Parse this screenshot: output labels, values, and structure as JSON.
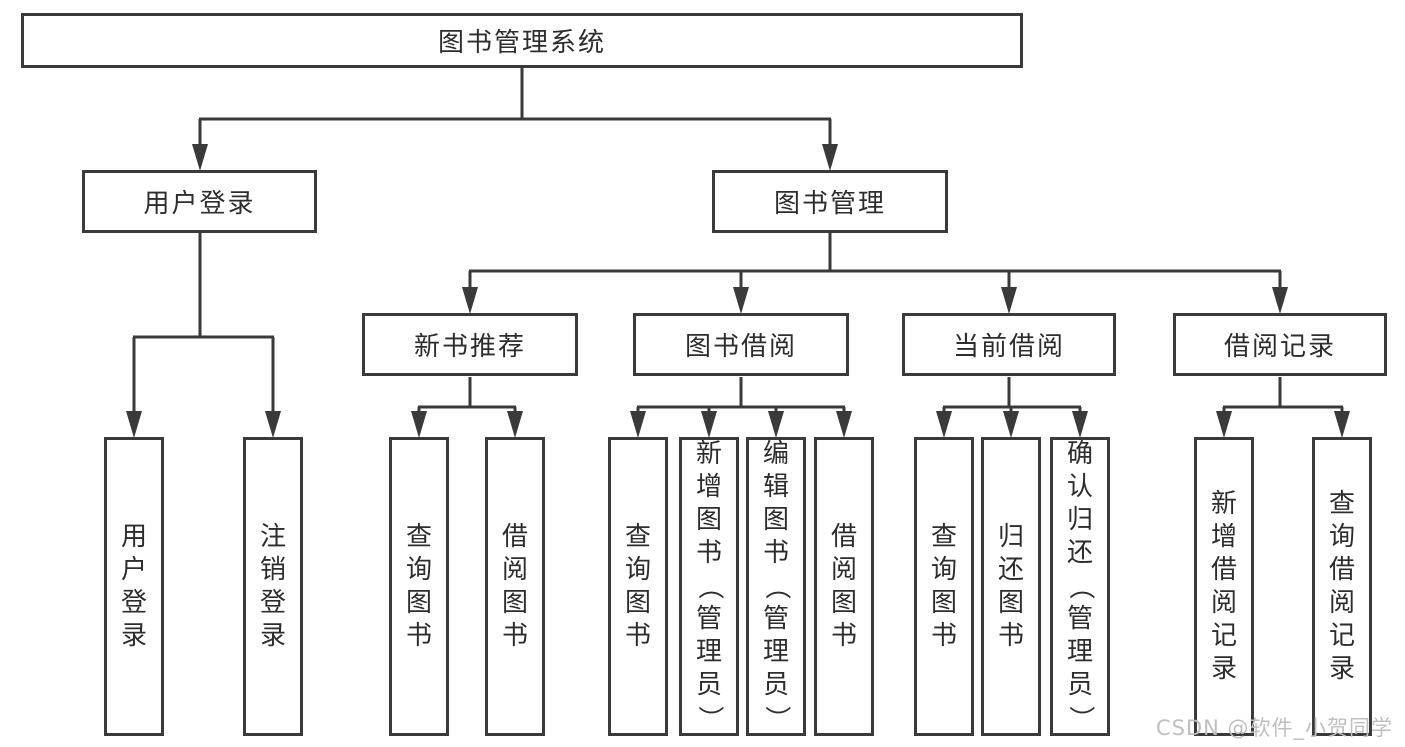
{
  "colors": {
    "line": "#3a3a3a",
    "text": "#2d2d2d",
    "watermark": "#bfbfbf",
    "background": "#ffffff"
  },
  "watermark": {
    "text": "CSDN @软件_小贺同学"
  },
  "diagram": {
    "type": "hierarchy-tree",
    "root": {
      "label": "图书管理系统",
      "children": [
        {
          "label": "用户登录",
          "children": [
            {
              "label": "用户登录"
            },
            {
              "label": "注销登录"
            }
          ]
        },
        {
          "label": "图书管理",
          "children": [
            {
              "label": "新书推荐",
              "children": [
                {
                  "label": "查询图书"
                },
                {
                  "label": "借阅图书"
                }
              ]
            },
            {
              "label": "图书借阅",
              "children": [
                {
                  "label": "查询图书"
                },
                {
                  "label": "新增图书（管理员）"
                },
                {
                  "label": "编辑图书（管理员）"
                },
                {
                  "label": "借阅图书"
                }
              ]
            },
            {
              "label": "当前借阅",
              "children": [
                {
                  "label": "查询图书"
                },
                {
                  "label": "归还图书"
                },
                {
                  "label": "确认归还（管理员）"
                }
              ]
            },
            {
              "label": "借阅记录",
              "children": [
                {
                  "label": "新增借阅记录"
                },
                {
                  "label": "查询借阅记录"
                }
              ]
            }
          ]
        }
      ]
    }
  }
}
